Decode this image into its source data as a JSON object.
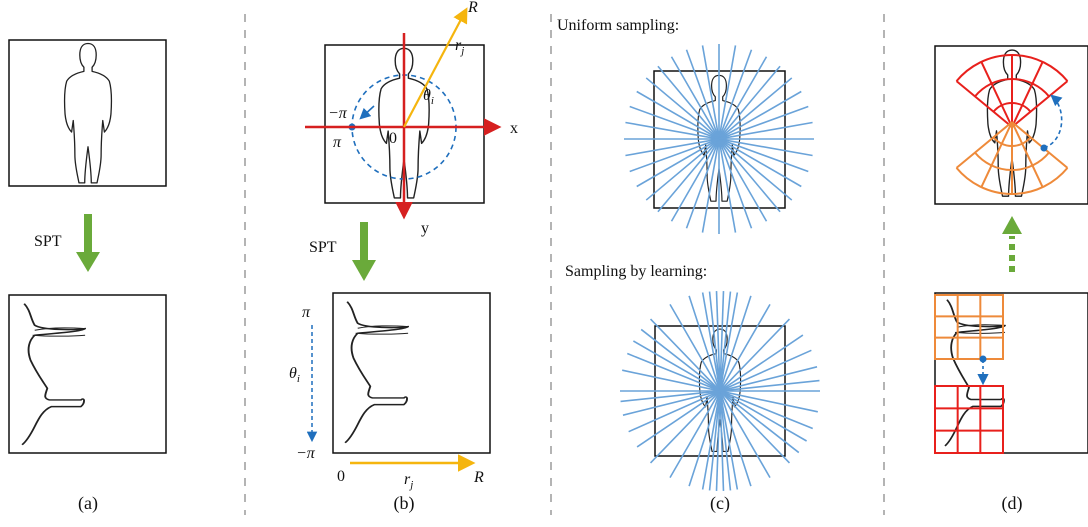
{
  "panel_a": {
    "caption": "(a)",
    "arrow_label": "SPT"
  },
  "panel_b": {
    "caption": "(b)",
    "arrow_label": "SPT",
    "axis_x": "x",
    "axis_y": "y",
    "origin": "0",
    "radius_label": "R",
    "radius_var": "r",
    "radius_sub": "j",
    "angle_var": "θ",
    "angle_sub": "i",
    "neg_pi": "−π",
    "pi": "π",
    "bottom_origin": "0",
    "bottom_R": "R"
  },
  "panel_c": {
    "caption": "(c)",
    "uniform_label": "Uniform sampling:",
    "learning_label": "Sampling by learning:"
  },
  "panel_d": {
    "caption": "(d)"
  },
  "colors": {
    "red": "#e8201c",
    "yellow": "#f5b50e",
    "blue_dashed": "#1f6fbd",
    "green": "#6aaa3a",
    "orange": "#ee8a3a",
    "ray_blue": "#6aa3d9",
    "divider": "#b4b4b4"
  }
}
